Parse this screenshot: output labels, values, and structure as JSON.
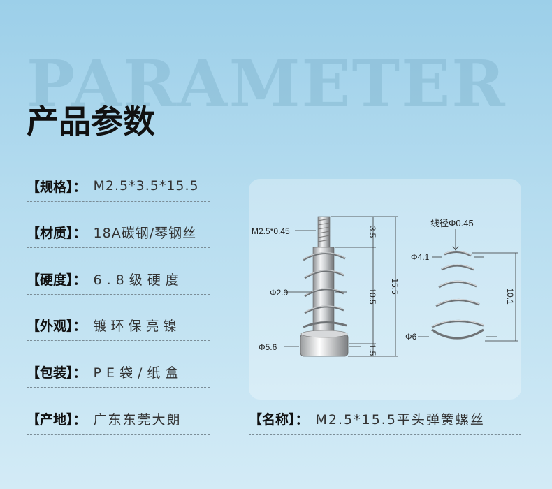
{
  "watermark": "PARAMETER",
  "title": "产品参数",
  "specs": [
    {
      "label": "【规格】：",
      "value": "M2.5*3.5*15.5"
    },
    {
      "label": "【材质】：",
      "value": "18A碳钢/琴钢丝"
    },
    {
      "label": "【硬度】：",
      "value": "6.8级硬度"
    },
    {
      "label": "【外观】：",
      "value": "镀环保亮镍"
    },
    {
      "label": "【包装】：",
      "value": "PE袋/纸盒"
    },
    {
      "label": "【产地】：",
      "value": "广东东莞大朗"
    }
  ],
  "product_name": {
    "label": "【名称】：",
    "value": "M2.5*15.5平头弹簧螺丝"
  },
  "diagram": {
    "thread": "M2.5*0.45",
    "thread_len": "3.5",
    "total_len": "15.5",
    "shaft_len": "10.5",
    "shaft_dia": "Φ2.9",
    "head_dia": "Φ5.6",
    "head_h": "1.5",
    "wire": "线径Φ0.45",
    "spring_top": "Φ4.1",
    "spring_len": "10.1",
    "spring_bottom": "Φ6"
  }
}
